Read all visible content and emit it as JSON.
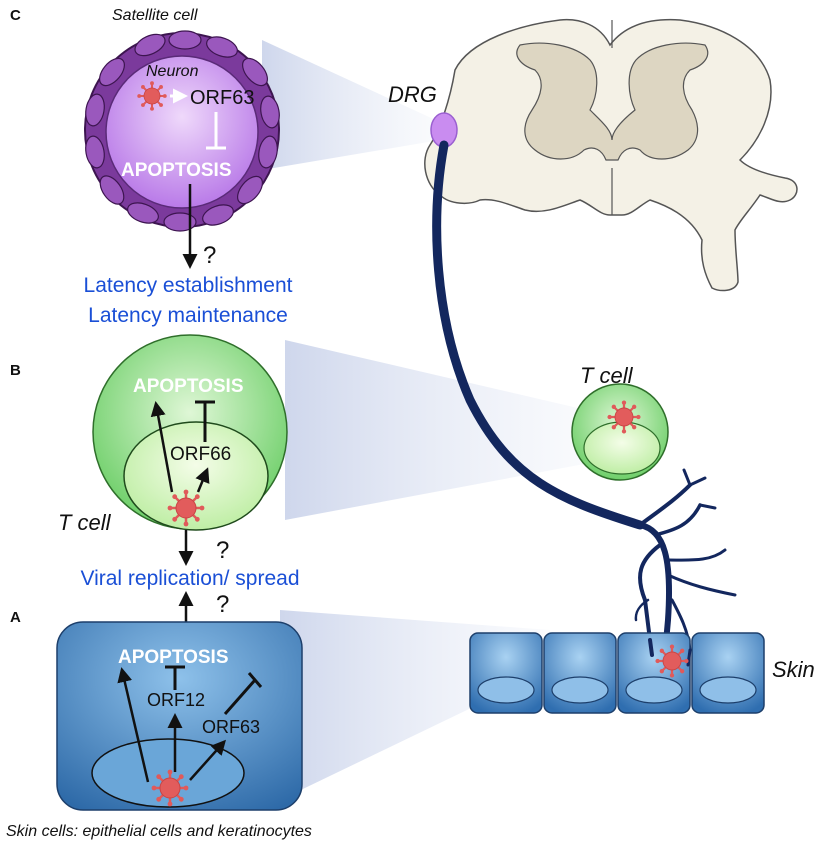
{
  "panels": {
    "c": {
      "letter": "C",
      "title": "Satellite cell",
      "inner_label": "Neuron",
      "protein": "ORF63",
      "apoptosis": "APOPTOSIS",
      "question": "?",
      "outcome_1": "Latency establishment",
      "outcome_2": "Latency maintenance"
    },
    "b": {
      "letter": "B",
      "apoptosis": "APOPTOSIS",
      "protein": "ORF66",
      "cell_label": "T cell",
      "question": "?",
      "outcome": "Viral replication/ spread"
    },
    "a": {
      "letter": "A",
      "apoptosis": "APOPTOSIS",
      "protein_1": "ORF12",
      "protein_2": "ORF63",
      "question": "?",
      "caption": "Skin cells: epithelial cells and keratinocytes"
    }
  },
  "anatomy": {
    "drg_label": "DRG",
    "tcell_label": "T cell",
    "skin_label": "Skin"
  },
  "colors": {
    "outcome_text": "#1a4fd6",
    "neuron_fill": "#c98cf0",
    "satellite_fill": "#7b3a9c",
    "tcell_fill": "#8fdc8a",
    "skin_fill": "#3f7fc0",
    "nerve": "#13275e",
    "virus": "#e05a5a",
    "spinal_cord": "#f4f1e6",
    "gray_matter": "#ddd6c2"
  },
  "icons": [
    "virus-icon",
    "inhibition-symbol",
    "arrow"
  ]
}
